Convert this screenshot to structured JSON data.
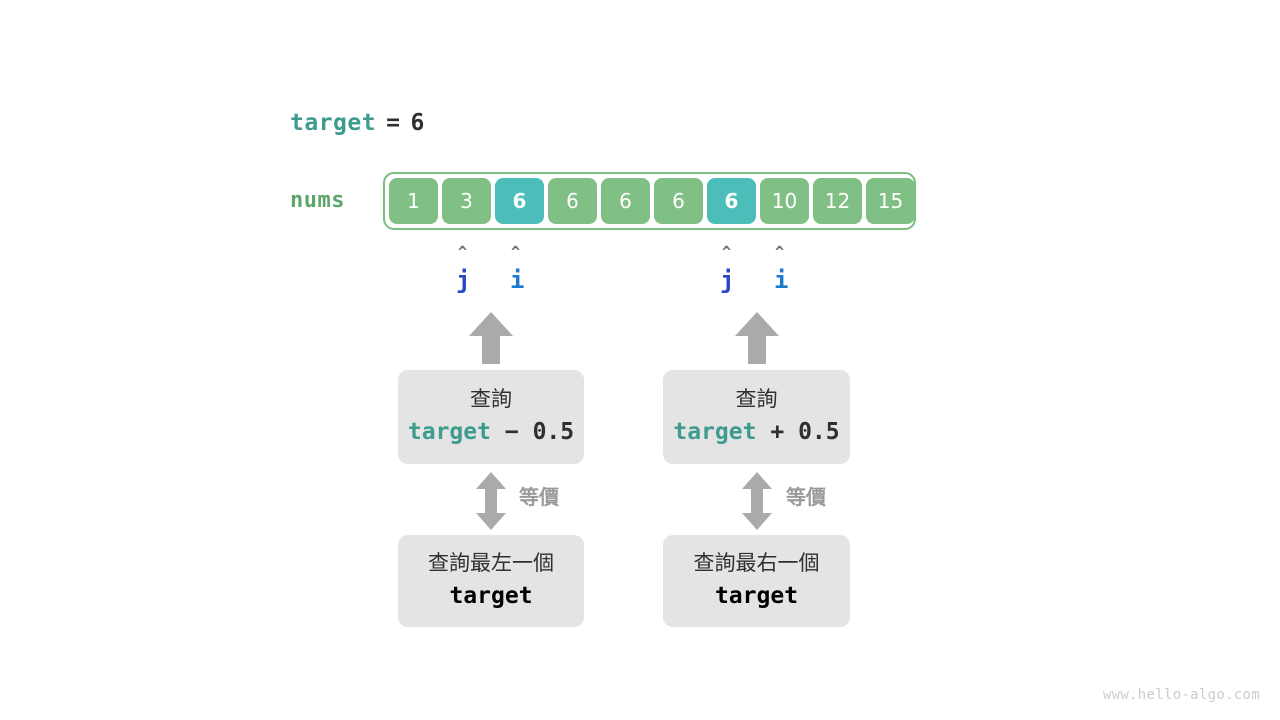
{
  "target_line": {
    "var_name": "target",
    "equals": "=",
    "value": "6"
  },
  "array": {
    "label": "nums",
    "cells": [
      {
        "value": "1",
        "highlight": false
      },
      {
        "value": "3",
        "highlight": false
      },
      {
        "value": "6",
        "highlight": true
      },
      {
        "value": "6",
        "highlight": false
      },
      {
        "value": "6",
        "highlight": false
      },
      {
        "value": "6",
        "highlight": false
      },
      {
        "value": "6",
        "highlight": true
      },
      {
        "value": "10",
        "highlight": false
      },
      {
        "value": "12",
        "highlight": false
      },
      {
        "value": "15",
        "highlight": false
      }
    ]
  },
  "pointers": {
    "caret_glyph": "^",
    "left_group": {
      "j_label": "j",
      "i_label": "i"
    },
    "right_group": {
      "j_label": "j",
      "i_label": "i"
    }
  },
  "branches": [
    {
      "query_box": {
        "line1": "查詢",
        "expr_var": "target",
        "expr_op": "−",
        "expr_num": "0.5"
      },
      "equiv_label": "等價",
      "result_box": {
        "line1": "查詢最左一個",
        "line2": "target"
      }
    },
    {
      "query_box": {
        "line1": "查詢",
        "expr_var": "target",
        "expr_op": "+",
        "expr_num": "0.5"
      },
      "equiv_label": "等價",
      "result_box": {
        "line1": "查詢最右一個",
        "line2": "target"
      }
    }
  ],
  "watermark": "www.hello-algo.com",
  "colors": {
    "accent_teal": "#3e9c8f",
    "array_green": "#81c084",
    "array_border": "#79bd7f",
    "highlight_teal": "#4cbdb8",
    "nums_label_green": "#5da568",
    "pointer_j_blue": "#2b46c8",
    "pointer_i_blue": "#1a7ad1",
    "box_gray": "#e4e4e4",
    "arrow_gray": "#aaaaaa",
    "text_dark": "#2f2f2f"
  }
}
